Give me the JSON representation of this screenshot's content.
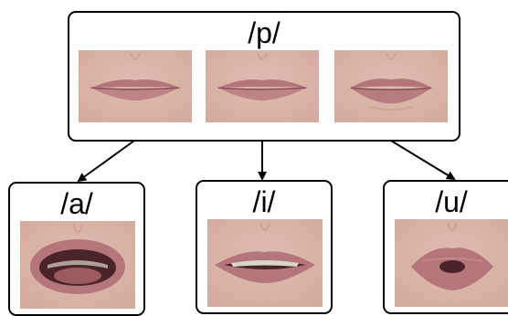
{
  "diagram": {
    "root": {
      "label": "/p/",
      "frames": [
        {
          "icon": "closed-lips-photo",
          "mouth": "closed"
        },
        {
          "icon": "closed-lips-photo",
          "mouth": "closed"
        },
        {
          "icon": "pressed-lips-photo",
          "mouth": "pressed"
        }
      ]
    },
    "children": [
      {
        "label": "/a/",
        "icon": "open-mouth-photo",
        "mouth": "open"
      },
      {
        "label": "/i/",
        "icon": "spread-lips-photo",
        "mouth": "spread"
      },
      {
        "label": "/u/",
        "icon": "rounded-lips-photo",
        "mouth": "rounded"
      }
    ],
    "colors": {
      "skin": "#d3aa9d",
      "lip": "#b4767b",
      "lip_shadow": "#8a4f55",
      "mouth_dark": "#4a2428",
      "teeth": "#d8d4c8",
      "border": "#000000"
    }
  }
}
